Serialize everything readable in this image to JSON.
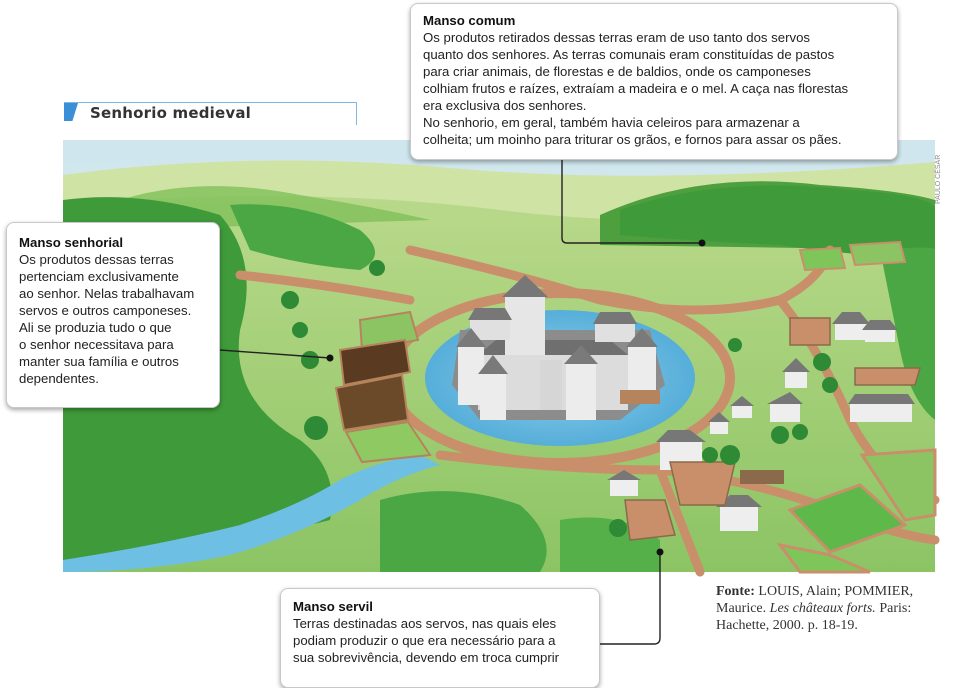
{
  "title": "Senhorio medieval",
  "credit": "PAULO CÉSAR",
  "callouts": {
    "comum": {
      "heading": "Manso comum",
      "lines": [
        "Os produtos retirados dessas terras eram de uso tanto dos servos",
        "quanto dos senhores. As terras comunais eram constituídas de pastos",
        "para criar animais,  de florestas e de baldios, onde os camponeses",
        "colhiam frutos e raízes, extraíam a madeira e o mel. A caça nas florestas",
        "era exclusiva dos senhores.",
        "No senhorio, em geral, também havia celeiros para armazenar a",
        "colheita; um moinho para triturar os grãos, e fornos para assar os pães."
      ]
    },
    "senhorial": {
      "heading": "Manso senhorial",
      "lines": [
        "Os produtos dessas terras",
        "pertenciam exclusivamente",
        "ao senhor. Nelas trabalhavam",
        "servos e outros camponeses.",
        "Ali se produzia tudo o que",
        "o senhor necessitava para",
        "manter sua família e outros",
        "dependentes."
      ]
    },
    "servil": {
      "heading": "Manso servil",
      "lines": [
        "Terras destinadas aos servos, nas quais eles",
        "podiam produzir  o que era necessário para a",
        "sua sobrevivência, devendo em troca cumprir"
      ]
    }
  },
  "source": {
    "label": "Fonte:",
    "authors": "LOUIS, Alain; POMMIER, Maurice.",
    "book": "Les châteaux forts.",
    "publisher": "Paris: Hachette, 2000. p. 18-19."
  }
}
